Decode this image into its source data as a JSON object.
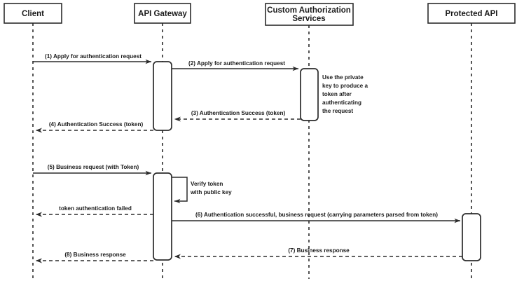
{
  "diagram": {
    "title": "API Gateway token authentication sequence",
    "type": "sequence-diagram",
    "colors": {
      "stroke": "#2b2b2b",
      "background": "#ffffff",
      "text": "#1a1a1a"
    },
    "participants": [
      {
        "id": "client",
        "label": "Client",
        "lines": [
          "Client"
        ]
      },
      {
        "id": "api-gateway",
        "label": "API Gateway",
        "lines": [
          "API Gateway"
        ]
      },
      {
        "id": "custom-authorization-services",
        "label": "Custom Authorization Services",
        "lines": [
          "Custom Authorization",
          "Services"
        ]
      },
      {
        "id": "protected-api",
        "label": "Protected API",
        "lines": [
          "Protected API"
        ]
      }
    ],
    "messages": [
      {
        "seq": "1",
        "label": "(1) Apply for authentication request",
        "from": "client",
        "to": "api-gateway",
        "style": "solid"
      },
      {
        "seq": "2",
        "label": "(2) Apply for authentication request",
        "from": "api-gateway",
        "to": "custom-authorization-services",
        "style": "solid"
      },
      {
        "seq": "3",
        "label": "(3) Authentication Success (token)",
        "from": "custom-authorization-services",
        "to": "api-gateway",
        "style": "dashed"
      },
      {
        "seq": "4",
        "label": "(4) Authentication Success (token)",
        "from": "api-gateway",
        "to": "client",
        "style": "dashed"
      },
      {
        "seq": "5",
        "label": "(5) Business request (with Token)",
        "from": "client",
        "to": "api-gateway",
        "style": "solid"
      },
      {
        "seq": "",
        "label": "token authentication failed",
        "from": "api-gateway",
        "to": "client",
        "style": "dashed"
      },
      {
        "seq": "6",
        "label": "(6) Authentication successful, business request (carrying parameters parsed from token)",
        "from": "api-gateway",
        "to": "protected-api",
        "style": "solid"
      },
      {
        "seq": "7",
        "label": "(7) Business response",
        "from": "protected-api",
        "to": "api-gateway",
        "style": "dashed"
      },
      {
        "seq": "8",
        "label": "(8) Business response",
        "from": "api-gateway",
        "to": "client",
        "style": "dashed"
      }
    ],
    "notes": [
      {
        "id": "private-key-note",
        "attached_to": "custom-authorization-services",
        "lines": [
          "Use the private",
          "key to produce a",
          "token after",
          "authenticating",
          "the request"
        ]
      },
      {
        "id": "verify-token-note",
        "attached_to": "api-gateway",
        "lines": [
          "Verify token",
          "with public key"
        ]
      }
    ],
    "self_messages": [
      {
        "id": "verify-token-self-call",
        "on": "api-gateway",
        "label": "Verify token with public key"
      }
    ]
  }
}
